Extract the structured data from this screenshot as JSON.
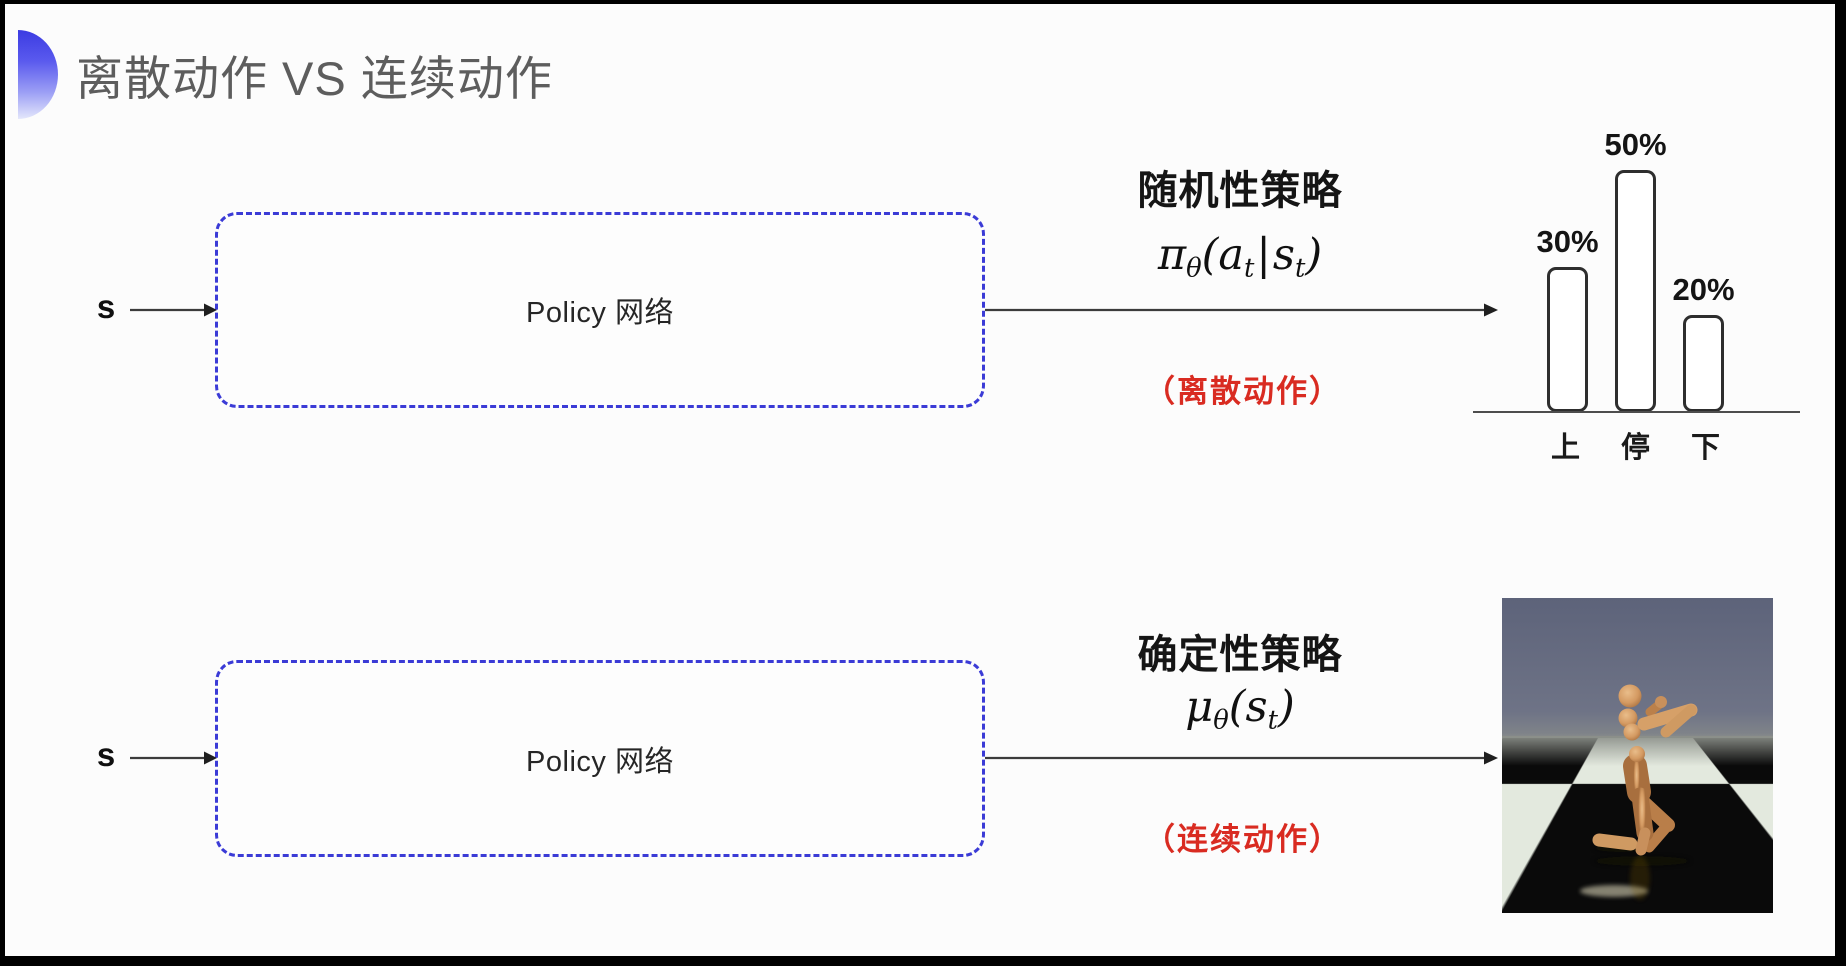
{
  "slide": {
    "title": "离散动作 VS 连续动作",
    "accent_color": "#3b3bd6",
    "note_color": "#d92b21",
    "title_color": "#5d5d5d"
  },
  "rows": {
    "discrete": {
      "input_label": "s",
      "box_label": "Policy 网络",
      "policy_title": "随机性策略",
      "formula": {
        "pi": "π",
        "theta": "θ",
        "open": "(",
        "a": "a",
        "t1": "t",
        "bar": "|",
        "s": "s",
        "t2": "t",
        "close": ")"
      },
      "action_note": "（离散动作）"
    },
    "continuous": {
      "input_label": "s",
      "box_label": "Policy 网络",
      "policy_title": "确定性策略",
      "formula": {
        "mu": "μ",
        "theta": "θ",
        "open": "(",
        "s": "s",
        "t": "t",
        "close": ")"
      },
      "action_note": "（连续动作）"
    }
  },
  "chart_data": {
    "type": "bar",
    "categories": [
      "上",
      "停",
      "下"
    ],
    "values": [
      30,
      50,
      20
    ],
    "labels": [
      "30%",
      "50%",
      "20%"
    ],
    "title": "",
    "xlabel": "",
    "ylabel": "",
    "ylim": [
      0,
      60
    ],
    "grid": false,
    "legend": "none",
    "bar_style": "outlined rounded bars, white fill, dark border, baseline axis only"
  },
  "simulation_panel": {
    "alt": "Humanoid robot simulation on checkerboard floor"
  }
}
